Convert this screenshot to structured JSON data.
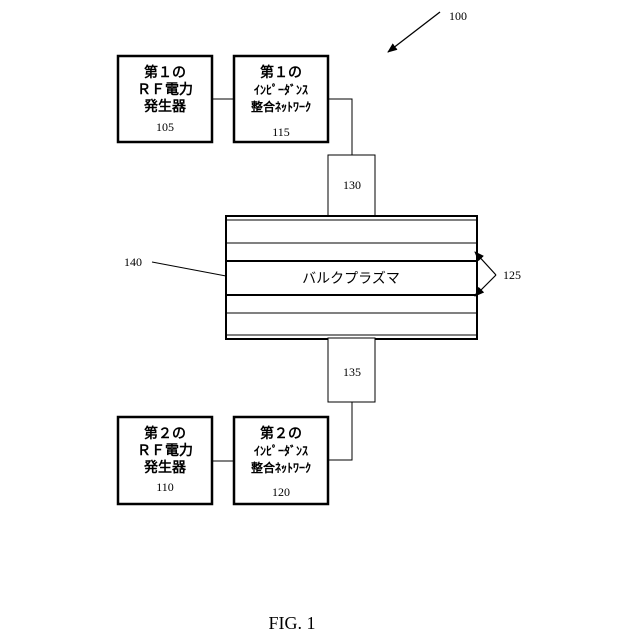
{
  "figure": {
    "caption": "FIG. 1",
    "system_ref": "100",
    "generator1": {
      "line1": "第１の",
      "line2": "ＲＦ電力",
      "line3": "発生器",
      "ref": "105"
    },
    "network1": {
      "line1": "第１の",
      "line2": "ｲﾝﾋﾟｰﾀﾞﾝｽ",
      "line3": "整合ﾈｯﾄﾜｰｸ",
      "ref": "115"
    },
    "generator2": {
      "line1": "第２の",
      "line2": "ＲＦ電力",
      "line3": "発生器",
      "ref": "110"
    },
    "network2": {
      "line1": "第２の",
      "line2": "ｲﾝﾋﾟｰﾀﾞﾝｽ",
      "line3": "整合ﾈｯﾄﾜｰｸ",
      "ref": "120"
    },
    "electrode_top_ref": "130",
    "electrode_bottom_ref": "135",
    "chamber_ref": "140",
    "sheath_ref": "125",
    "plasma_label": "バルクプラズマ"
  }
}
